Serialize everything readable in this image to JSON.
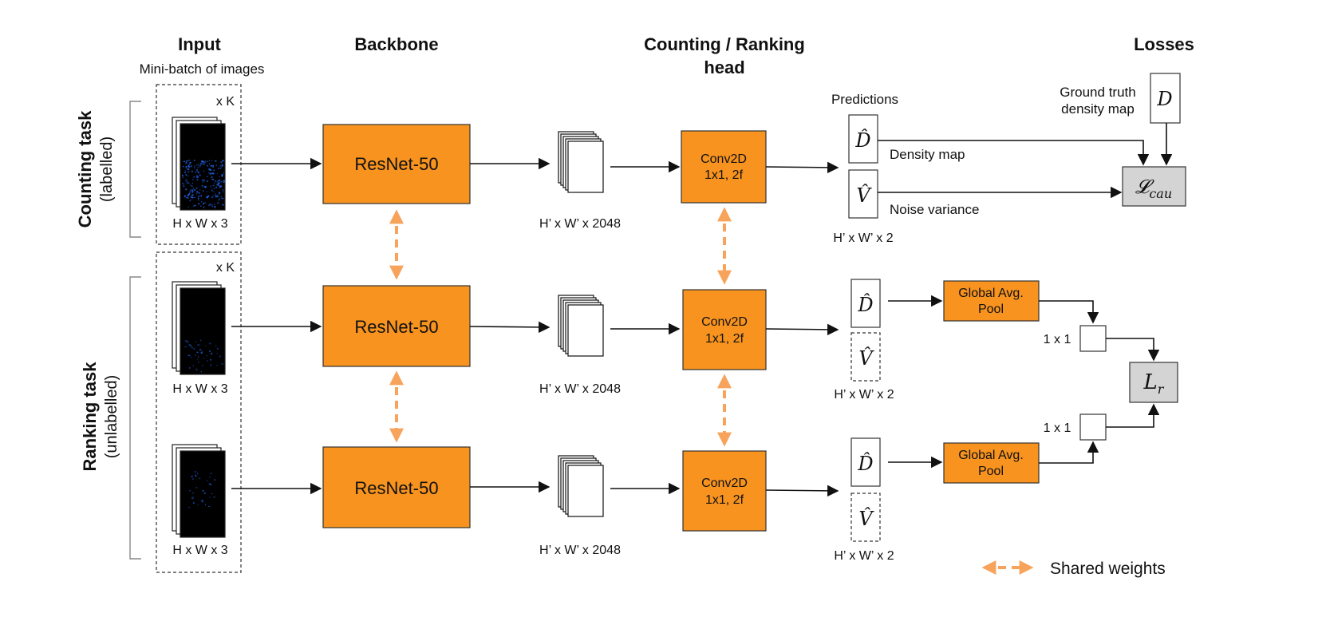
{
  "headers": {
    "input": "Input",
    "input_sub": "Mini-batch of images",
    "backbone": "Backbone",
    "head_line1": "Counting / Ranking",
    "head_line2": "head",
    "losses": "Losses"
  },
  "tasks": {
    "counting_bold": "Counting task",
    "counting_sub": "(labelled)",
    "ranking_bold": "Ranking task",
    "ranking_sub": "(unlabelled)"
  },
  "input": {
    "batch_label": "x K",
    "dims": "H x W x 3"
  },
  "backbone": {
    "label": "ResNet-50"
  },
  "features": {
    "dims": "H’ x W’ x 2048"
  },
  "head": {
    "line1": "Conv2D",
    "line2": "1x1, 2f"
  },
  "predictions": {
    "title": "Predictions",
    "dims": "H’ x W’ x 2",
    "d_hat": "D̂",
    "v_hat": "V̂",
    "density_map": "Density map",
    "noise_variance": "Noise variance"
  },
  "losses": {
    "gt_line1": "Ground truth",
    "gt_line2": "density map",
    "gt_symbol": "D",
    "cau_symbol": "𝓛",
    "cau_sub": "cau",
    "rank_symbol": "L",
    "rank_sub": "r",
    "pool_line1": "Global Avg.",
    "pool_line2": "Pool",
    "pooled_dims": "1 x 1"
  },
  "legend": {
    "shared_weights": "Shared weights"
  },
  "colors": {
    "orange": "#f7931e",
    "shared_arrow": "#f7a35c",
    "loss_box": "#d4d4d4",
    "image_density": "#1f5fe0"
  }
}
